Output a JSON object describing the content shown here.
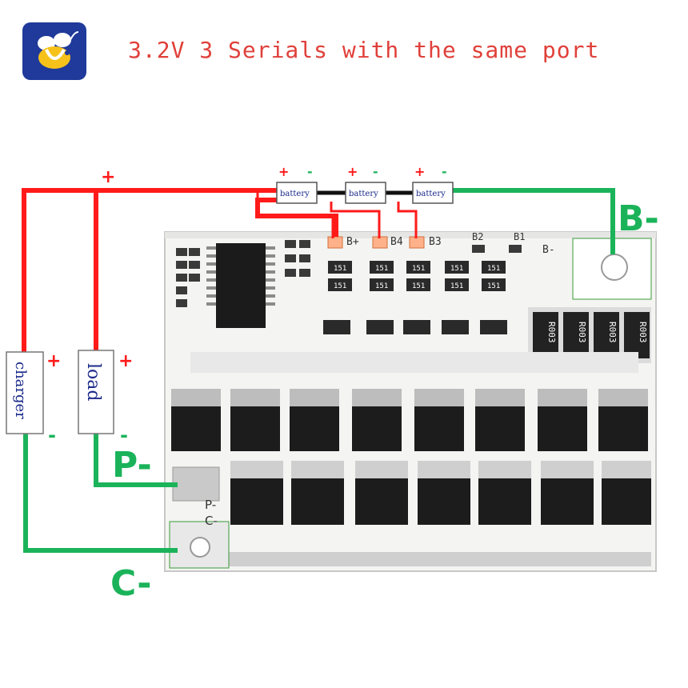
{
  "title": "3.2V 3 Serials with the same port",
  "colors": {
    "positive": "#ff1a1a",
    "negative": "#1bb35a",
    "title": "#e0403a",
    "logo_bg": "#1f3a9a"
  },
  "batteries": [
    {
      "label": "battery",
      "plus": "+",
      "minus": "-"
    },
    {
      "label": "battery",
      "plus": "+",
      "minus": "-"
    },
    {
      "label": "battery",
      "plus": "+",
      "minus": "-"
    }
  ],
  "devices": {
    "charger": {
      "label": "charger",
      "plus": "+",
      "minus": "-"
    },
    "load": {
      "label": "load",
      "plus": "+",
      "minus": "-"
    }
  },
  "top_plus": "+",
  "ports": {
    "b_minus": "B-",
    "p_minus": "P-",
    "c_minus": "C-"
  },
  "board": {
    "pads": [
      "B+",
      "B4",
      "B3",
      "B2",
      "B1",
      "B-"
    ],
    "edge_labels": [
      "P-",
      "C-"
    ],
    "sense_resistors": [
      "R003",
      "R003",
      "R003",
      "R003"
    ],
    "smd_code": "151"
  }
}
